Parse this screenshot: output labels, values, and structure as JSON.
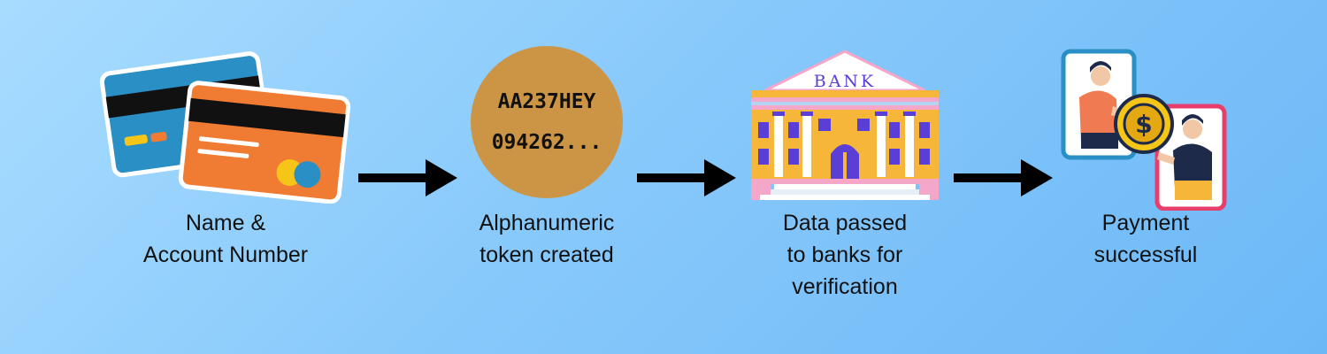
{
  "steps": [
    {
      "icon": "credit-cards-icon",
      "label_lines": [
        "Name &",
        "Account Number"
      ]
    },
    {
      "icon": "token-circle",
      "token_lines": [
        "AA237HEY",
        "094262..."
      ],
      "label_lines": [
        "Alphanumeric",
        "token created"
      ]
    },
    {
      "icon": "bank-building-icon",
      "sign": "BANK",
      "label_lines": [
        "Data passed",
        "to banks for",
        "verification"
      ]
    },
    {
      "icon": "mobile-payment-icon",
      "label_lines": [
        "Payment",
        "successful"
      ]
    }
  ],
  "colors": {
    "background": "#8ecbfa",
    "card_blue": "#2a8fc4",
    "card_orange": "#f07b32",
    "token_circle": "#cc9545",
    "bank_yellow": "#f5b63a",
    "bank_purple": "#5a3fd6",
    "bank_pink": "#f4a7c8",
    "arrow": "#000000"
  }
}
